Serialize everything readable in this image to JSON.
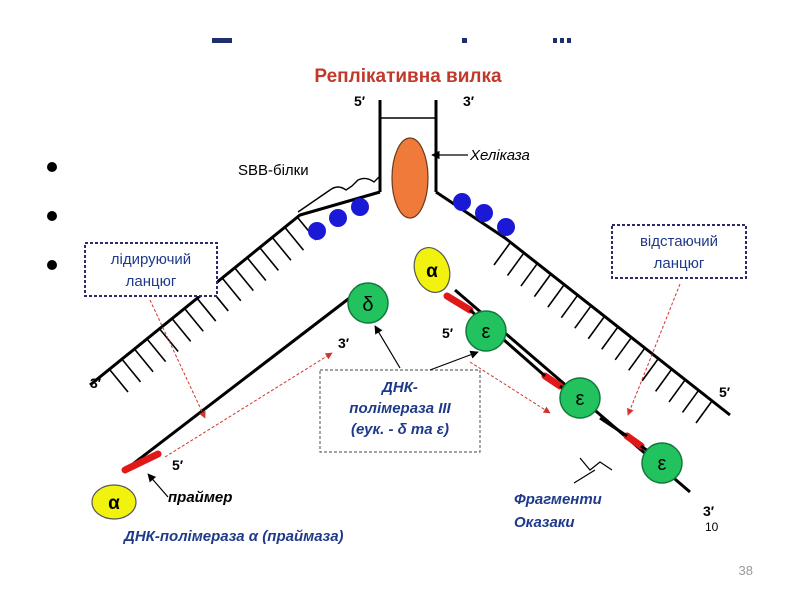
{
  "slide": {
    "title": "Реплікативна вилка",
    "page_number": "38"
  },
  "labels": {
    "helicase": "Хеліказа",
    "ssb": "SBB-білки",
    "leading_line1": "лідируючий",
    "leading_line2": "ланцюг",
    "lagging_line1": "відстаючий",
    "lagging_line2": "ланцюг",
    "pol3_line1": "ДНК-",
    "pol3_line2": "полімераза III",
    "pol3_line3": "(еук. - δ та ε)",
    "primer": "праймер",
    "primase": "ДНК-полімераза α (праймаза)",
    "okazaki_line1": "Фрагменти",
    "okazaki_line2": "Оказаки",
    "corner_number": "10"
  },
  "ends": {
    "top_left": "5′",
    "top_right": "3′",
    "leading_left_outer": "3′",
    "leading_3prime_inner": "3′",
    "leading_5prime_bottom": "5′",
    "lagging_5prime_inner": "5′",
    "lagging_right_outer": "5′",
    "lagging_3prime_bottom": "3′"
  },
  "enzymes": {
    "alpha": "α",
    "delta": "δ",
    "epsilon": "ε"
  },
  "colors": {
    "title": "#c0392b",
    "enzyme_green": "#22c35e",
    "alpha_yellow": "#f2f20f",
    "helicase_orange": "#f07a3a",
    "ssb_blue": "#1a1ad6",
    "primer_red": "#e01818",
    "label_blue": "#1f3a8a",
    "box_border": "#2b2b6b"
  }
}
